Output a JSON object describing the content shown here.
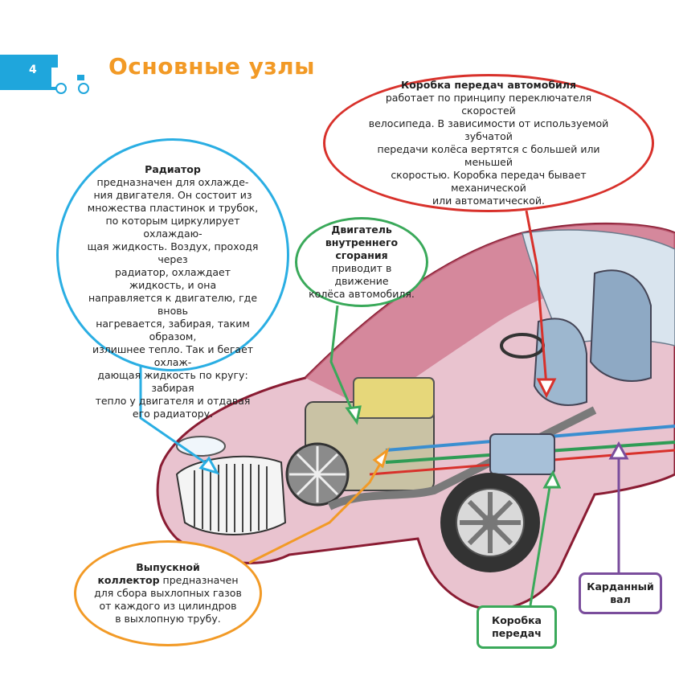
{
  "header": {
    "page_number": "4",
    "title": "Основные узлы"
  },
  "colors": {
    "tab": "#1fa6dc",
    "title": "#f29a26",
    "radiator": "#2aaee3",
    "gearbox_car": "#d8312b",
    "engine": "#3aa95a",
    "exhaust": "#f29a26",
    "gearbox": "#3aa95a",
    "shaft": "#7a4d9c"
  },
  "callouts": {
    "radiator": {
      "title": "Радиатор",
      "lines": [
        "предназначен для охлажде-",
        "ния двигателя. Он состоит из",
        "множества пластинок и трубок,",
        "по которым циркулирует охлаждаю-",
        "щая жидкость. Воздух, проходя через",
        "радиатор, охлаждает жидкость, и она",
        "направляется к двигателю, где вновь",
        "нагревается, забирая, таким образом,",
        "излишнее тепло. Так и бегает охлаж-",
        "дающая жидкость по кругу: забирая",
        "тепло у двигателя и отдавая",
        "его радиатору."
      ]
    },
    "gearbox_car": {
      "title": "Коробка передач автомобиля",
      "lines": [
        "работает по принципу переключателя скоростей",
        "велосипеда. В зависимости от используемой зубчатой",
        "передачи колёса вертятся с большей или меньшей",
        "скоростью. Коробка передач бывает механической",
        "или автоматической."
      ]
    },
    "engine": {
      "title_1": "Двигатель",
      "title_2": "внутреннего сгорания",
      "lines": [
        "приводит в движение",
        "колёса автомобиля."
      ]
    },
    "exhaust": {
      "title_1": "Выпускной",
      "title_2": "коллектор",
      "line_1_rest": " предназначен",
      "lines": [
        "для сбора выхлопных газов",
        "от каждого из цилиндров",
        "в выхлопную трубу."
      ]
    },
    "gearbox": {
      "line_1": "Коробка",
      "line_2": "передач"
    },
    "shaft": {
      "line_1": "Карданный",
      "line_2": "вал"
    }
  },
  "icons": {
    "truck": "truck-icon",
    "car": "car-cutaway-illustration"
  }
}
